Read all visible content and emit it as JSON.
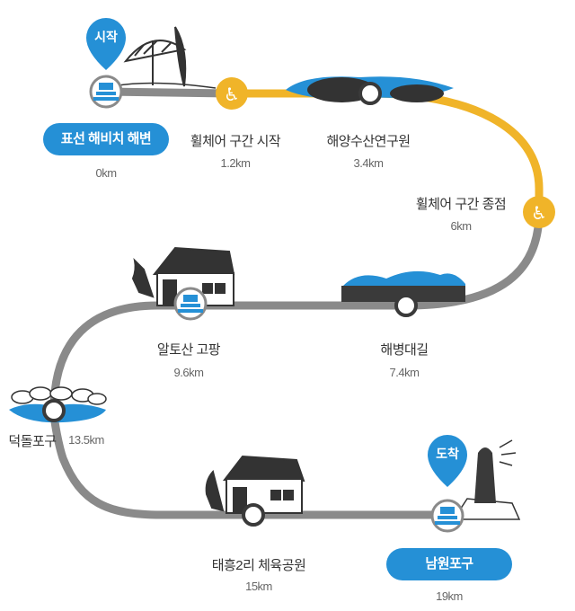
{
  "route": {
    "start_pin": "시작",
    "end_pin": "도착",
    "stops": [
      {
        "id": "pyoseon",
        "name": "표선 해비치 해변",
        "distance": "0km",
        "highlight": true
      },
      {
        "id": "wheelchair-start",
        "name": "휠체어 구간 시작",
        "distance": "1.2km"
      },
      {
        "id": "haeyang",
        "name": "해양수산연구원",
        "distance": "3.4km"
      },
      {
        "id": "wheelchair-end",
        "name": "휠체어 구간 종점",
        "distance": "6km"
      },
      {
        "id": "haebyeong",
        "name": "해병대길",
        "distance": "7.4km"
      },
      {
        "id": "altosan",
        "name": "알토산 고팡",
        "distance": "9.6km"
      },
      {
        "id": "deokdol",
        "name": "덕돌포구",
        "distance": "13.5km"
      },
      {
        "id": "taeheung",
        "name": "태흥2리 체육공원",
        "distance": "15km"
      },
      {
        "id": "namwon",
        "name": "남원포구",
        "distance": "19km",
        "highlight": true
      }
    ]
  },
  "colors": {
    "trail": "#8a8a8a",
    "wheelchair_section": "#f0b429",
    "accent": "#2590d6",
    "dark": "#3a3a3a"
  }
}
